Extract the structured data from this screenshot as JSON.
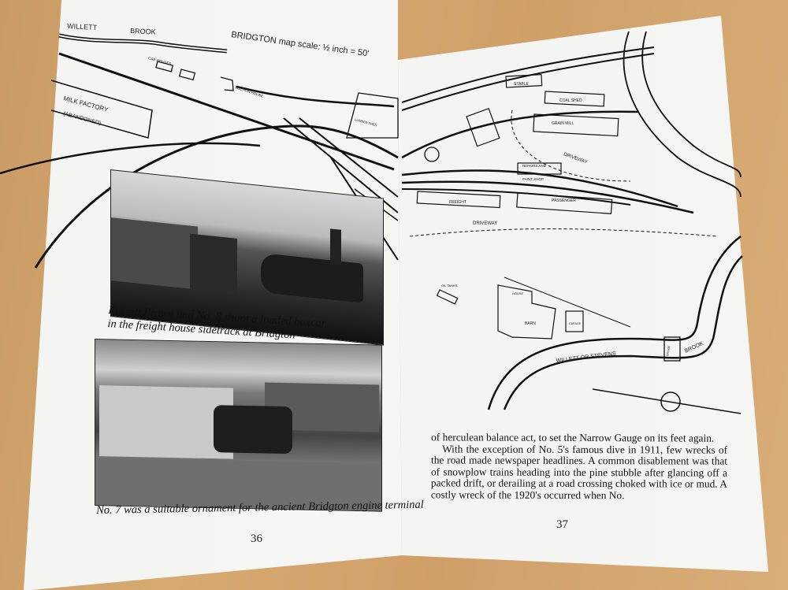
{
  "left_page": {
    "page_number": "36",
    "map_labels": {
      "willett": "WILLETT",
      "brook": "BROOK",
      "title": "BRIDGTON map scale: ½ inch = 50'",
      "car_houses": "CAR HOUSES",
      "section_house": "SECTION HOUSE",
      "milk_factory": "MILK FACTORY",
      "abandoned": "(ABANDONED)",
      "lumber_shed": "LUMBER SHED"
    },
    "photos": [
      {
        "caption_line1": "Everett Brown and No. 8 shunt a loaded boxcar",
        "caption_line2": "in the freight house sidetrack at Bridgton"
      },
      {
        "caption_line1": "No. 7 was a suitable ornament for the ancient Bridgton engine terminal"
      }
    ]
  },
  "right_page": {
    "page_number": "37",
    "map_labels": {
      "stable": "STABLE",
      "coal_shed": "COAL SHED",
      "grain_mill": "GRAIN MILL",
      "driveway_1": "DRIVEWAY",
      "repairs": "REPAIRS AND",
      "paint_shop": "PAINT SHOP",
      "freight": "FREIGHT",
      "passenger": "PASSENGER",
      "driveway_2": "DRIVEWAY",
      "oil_tanks": "OIL TANKS",
      "house": "HOUSE",
      "barn": "BARN",
      "garage": "GARAGE",
      "brook_name": "WILLETT OR STEVENS",
      "bridge": "BRIDGE",
      "brook": "BROOK"
    },
    "paragraphs": [
      "of herculean balance act, to set the Narrow Gauge on its feet again.",
      "With the exception of No. 5's famous dive in 1911, few wrecks of the road made newspaper headlines. A common disablement was that of snowplow trains heading into the pine stubble after glancing off a packed drift, or derailing at a road crossing choked with ice or mud. A costly wreck of the 1920's occurred when No."
    ]
  }
}
